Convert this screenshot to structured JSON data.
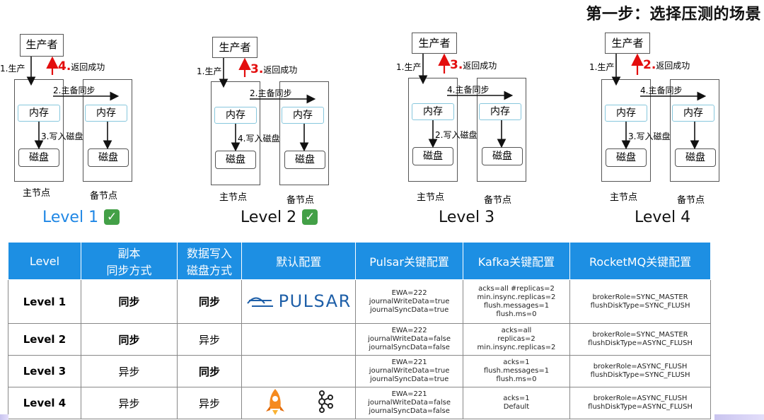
{
  "page_title": "第一步：选择压测的场景",
  "panels": [
    {
      "caption": "Level 1",
      "caption_style": "blue",
      "checked": true,
      "producer": "生产者",
      "send": "1.生产",
      "ret_num": "4.",
      "ret_text": "返回成功",
      "sync": "2.主备同步",
      "write": "3.写入磁盘",
      "mem": "内存",
      "disk": "磁盘",
      "primary": "主节点",
      "backup": "备节点"
    },
    {
      "caption": "Level 2",
      "caption_style": "black",
      "checked": true,
      "producer": "生产者",
      "send": "1.生产",
      "ret_num": "3.",
      "ret_text": "返回成功",
      "sync": "2.主备同步",
      "write": "4.写入磁盘",
      "mem": "内存",
      "disk": "磁盘",
      "primary": "主节点",
      "backup": "备节点"
    },
    {
      "caption": "Level 3",
      "caption_style": "black",
      "checked": false,
      "producer": "生产者",
      "send": "1.生产",
      "ret_num": "3.",
      "ret_text": "返回成功",
      "sync": "4.主备同步",
      "write": "2.写入磁盘",
      "mem": "内存",
      "disk": "磁盘",
      "primary": "主节点",
      "backup": "备节点"
    },
    {
      "caption": "Level 4",
      "caption_style": "black",
      "checked": false,
      "producer": "生产者",
      "send": "1.生产",
      "ret_num": "2.",
      "ret_text": "返回成功",
      "sync": "4.主备同步",
      "write": "3.写入磁盘",
      "mem": "内存",
      "disk": "磁盘",
      "primary": "主节点",
      "backup": "备节点"
    }
  ],
  "table": {
    "headers": {
      "level": "Level",
      "replica_l1": "副本",
      "replica_l2": "同步方式",
      "disk_l1": "数据写入",
      "disk_l2": "磁盘方式",
      "default": "默认配置",
      "pulsar": "Pulsar关键配置",
      "kafka": "Kafka关键配置",
      "rocketmq": "RocketMQ关键配置"
    },
    "rows": [
      {
        "level": "Level 1",
        "replica": "同步",
        "disk": "同步",
        "pulsar": [
          "EWA=222",
          "journalWriteData=true",
          "journalSyncData=true"
        ],
        "kafka": [
          "acks=all #replicas=2",
          "min.insync.replicas=2",
          "flush.messages=1",
          "flush.ms=0"
        ],
        "rocketmq": [
          "brokerRole=SYNC_MASTER",
          "flushDiskType=SYNC_FLUSH"
        ]
      },
      {
        "level": "Level 2",
        "replica": "同步",
        "disk": "异步",
        "pulsar": [
          "EWA=222",
          "journalWriteData=false",
          "journalSyncData=false"
        ],
        "kafka": [
          "acks=all",
          "replicas=2",
          "min.insync.replicas=2"
        ],
        "rocketmq": [
          "brokerRole=SYNC_MASTER",
          "flushDiskType=ASYNC_FLUSH"
        ]
      },
      {
        "level": "Level 3",
        "replica": "异步",
        "disk": "同步",
        "pulsar": [
          "EWA=221",
          "journalWriteData=true",
          "journalSyncData=true"
        ],
        "kafka": [
          "acks=1",
          "flush.messages=1",
          "flush.ms=0"
        ],
        "rocketmq": [
          "brokerRole=ASYNC_FLUSH",
          "flushDiskType=SYNC_FLUSH"
        ]
      },
      {
        "level": "Level 4",
        "replica": "异步",
        "disk": "异步",
        "pulsar": [
          "EWA=221",
          "journalWriteData=false",
          "journalSyncData=false"
        ],
        "kafka": [
          "acks=1",
          "Default"
        ],
        "rocketmq": [
          "brokerRole=ASYNC_FLUSH",
          "flushDiskType=ASYNC_FLUSH"
        ]
      }
    ],
    "pulsar_logo_text": "PULSAR"
  },
  "colors": {
    "header_bg": "#1d8fe3",
    "return_arrow": "#e30e0e",
    "level1_caption": "#1f87e5",
    "memory_border": "#87c7dd",
    "check": "#43a047"
  }
}
